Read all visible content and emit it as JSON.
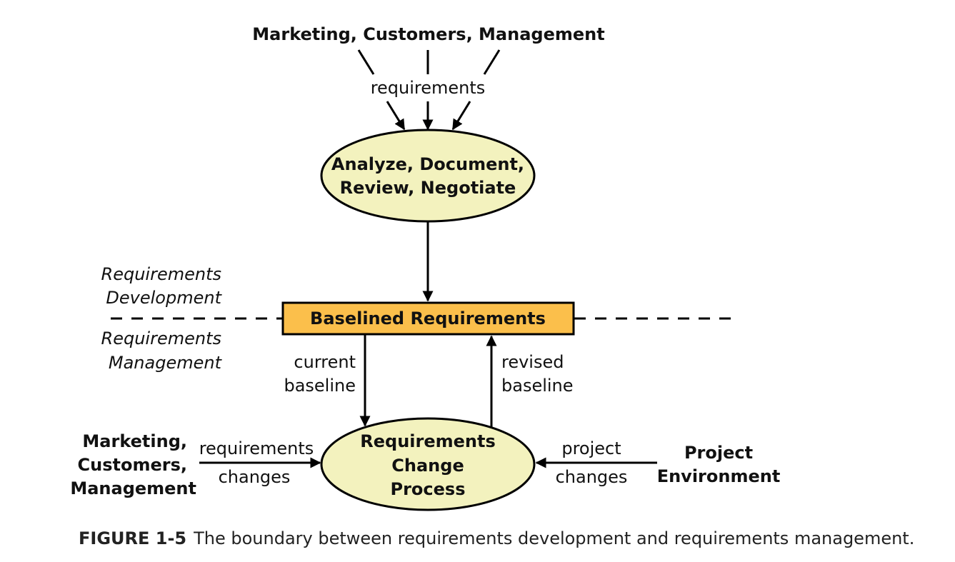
{
  "diagram": {
    "top_source": "Marketing, Customers, Management",
    "top_flow_label": "requirements",
    "analyze_node": {
      "line1": "Analyze, Document,",
      "line2": "Review, Negotiate"
    },
    "dev_label": {
      "line1": "Requirements",
      "line2": "Development"
    },
    "mgmt_label": {
      "line1": "Requirements",
      "line2": "Management"
    },
    "baseline_node": "Baselined Requirements",
    "current_baseline": {
      "line1": "current",
      "line2": "baseline"
    },
    "revised_baseline": {
      "line1": "revised",
      "line2": "baseline"
    },
    "change_node": {
      "line1": "Requirements",
      "line2": "Change",
      "line3": "Process"
    },
    "left_source": {
      "line1": "Marketing,",
      "line2": "Customers,",
      "line3": "Management"
    },
    "left_flow": {
      "line1": "requirements",
      "line2": "changes"
    },
    "right_flow": {
      "line1": "project",
      "line2": "changes"
    },
    "right_source": {
      "line1": "Project",
      "line2": "Environment"
    },
    "colors": {
      "ellipse_fill": "#F3F2BE",
      "box_fill": "#FBBF4B",
      "line": "#000000"
    }
  },
  "caption": {
    "label": "FIGURE 1-5",
    "text": "The boundary between requirements development and requirements management."
  }
}
